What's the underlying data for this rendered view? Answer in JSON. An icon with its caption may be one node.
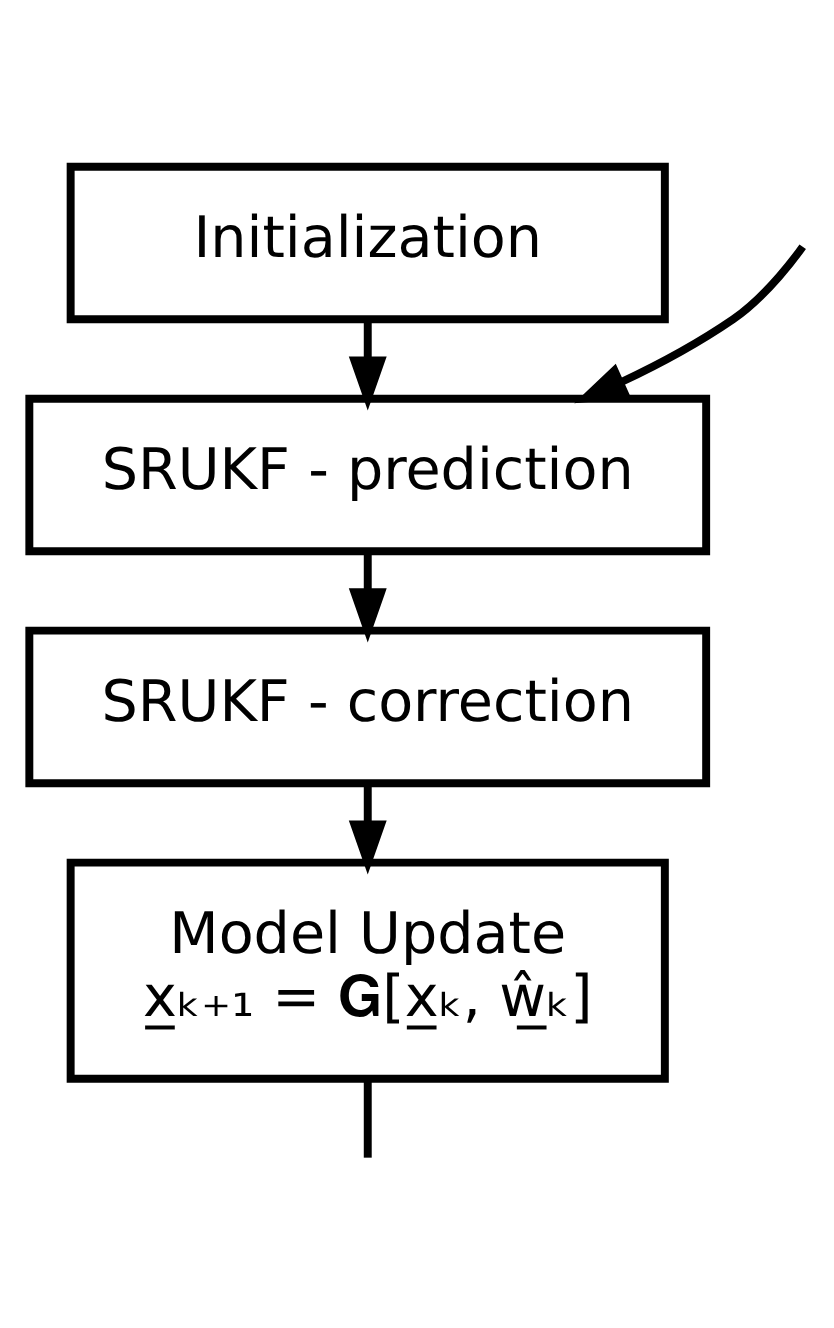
{
  "diagram": {
    "nodes": [
      {
        "text": [
          "Initialization"
        ]
      },
      {
        "text": [
          "SRUKF - prediction"
        ]
      },
      {
        "text": [
          "SRUKF - correction"
        ]
      },
      {
        "text": [
          "Model Update",
          "x̲ₖ₊₁ = 𝐆[x̲ₖ, ŵ̲ₖ]"
        ]
      }
    ],
    "edges": [
      {
        "from": 0,
        "to": 1,
        "arrow": "to"
      },
      {
        "from": 1,
        "to": 2,
        "arrow": "to"
      },
      {
        "from": 2,
        "to": 3,
        "arrow": "to"
      },
      {
        "from": 3,
        "to": null,
        "arrow": "none"
      },
      {
        "from": null,
        "to": 1,
        "arrow": "to"
      }
    ]
  }
}
